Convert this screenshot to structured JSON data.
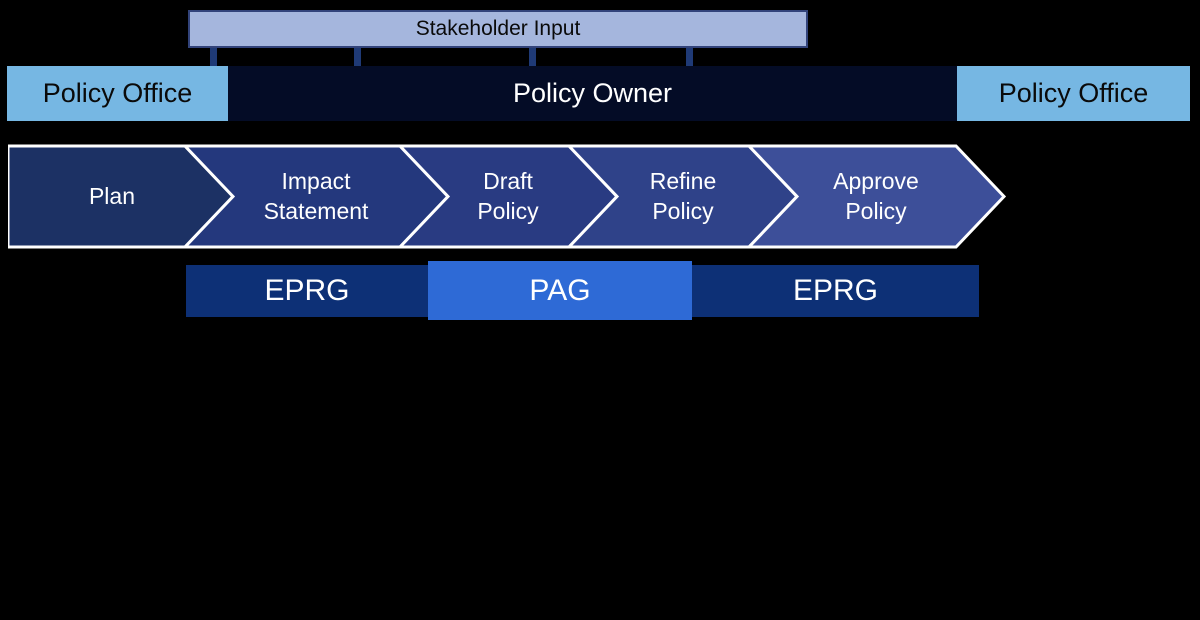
{
  "colors": {
    "background": "#000000",
    "stakeholder_fill": "#A5B6DD",
    "stakeholder_border": "#32437A",
    "connector": "#1F3A76",
    "policy_office_fill": "#76B7E3",
    "policy_owner_fill": "#040C26",
    "chevron_outline": "#FFFFFF"
  },
  "banner": {
    "stakeholder_label": "Stakeholder Input"
  },
  "roles": {
    "left_office": "Policy Office",
    "owner": "Policy Owner",
    "right_office": "Policy Office"
  },
  "process_steps": [
    {
      "label": "Plan",
      "color": "#1C3164"
    },
    {
      "label": "Impact Statement",
      "color": "#24387D"
    },
    {
      "label": "Draft Policy",
      "color": "#293B82"
    },
    {
      "label": "Refine Policy",
      "color": "#2F4289"
    },
    {
      "label": "Approve Policy",
      "color": "#3D4F99"
    }
  ],
  "governance": [
    {
      "label": "EPRG",
      "color": "#0D3076"
    },
    {
      "label": "PAG",
      "color": "#2E6AD6"
    },
    {
      "label": "EPRG",
      "color": "#0D3076"
    }
  ]
}
